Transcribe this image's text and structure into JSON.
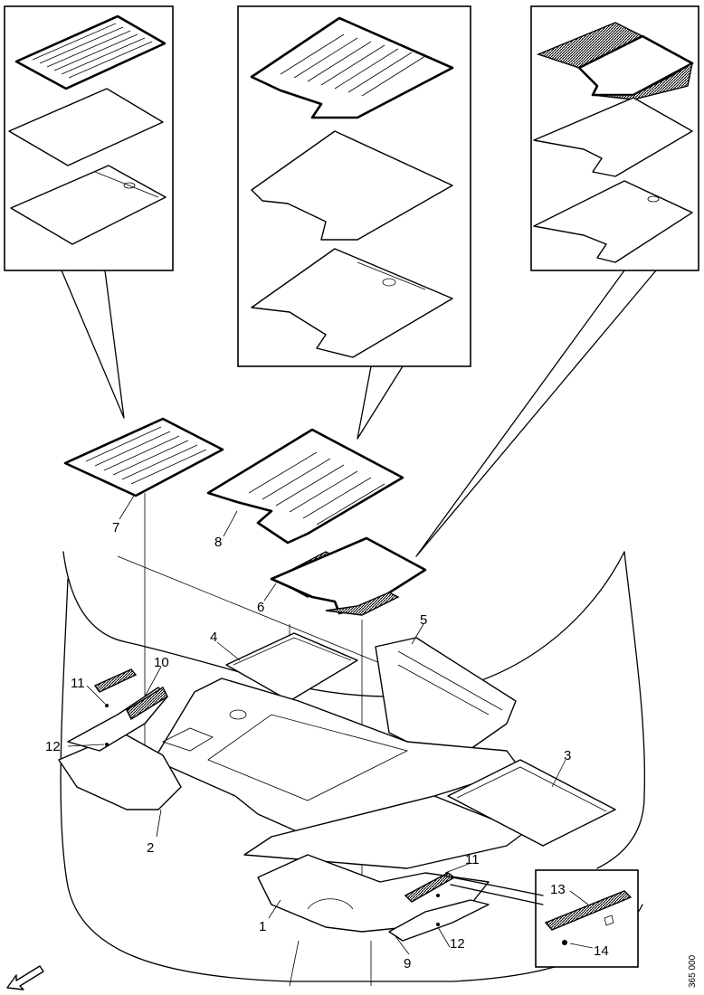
{
  "callouts": {
    "c1": "1",
    "c2": "2",
    "c3": "3",
    "c4": "4",
    "c5": "5",
    "c6": "6",
    "c7": "7",
    "c8": "8",
    "c9": "9",
    "c10": "10",
    "c11a": "11",
    "c11b": "11",
    "c12a": "12",
    "c12b": "12",
    "c13": "13",
    "c14": "14"
  },
  "reference_code": "365 000",
  "icons": {
    "direction_arrow": "front-direction-arrow-icon"
  }
}
